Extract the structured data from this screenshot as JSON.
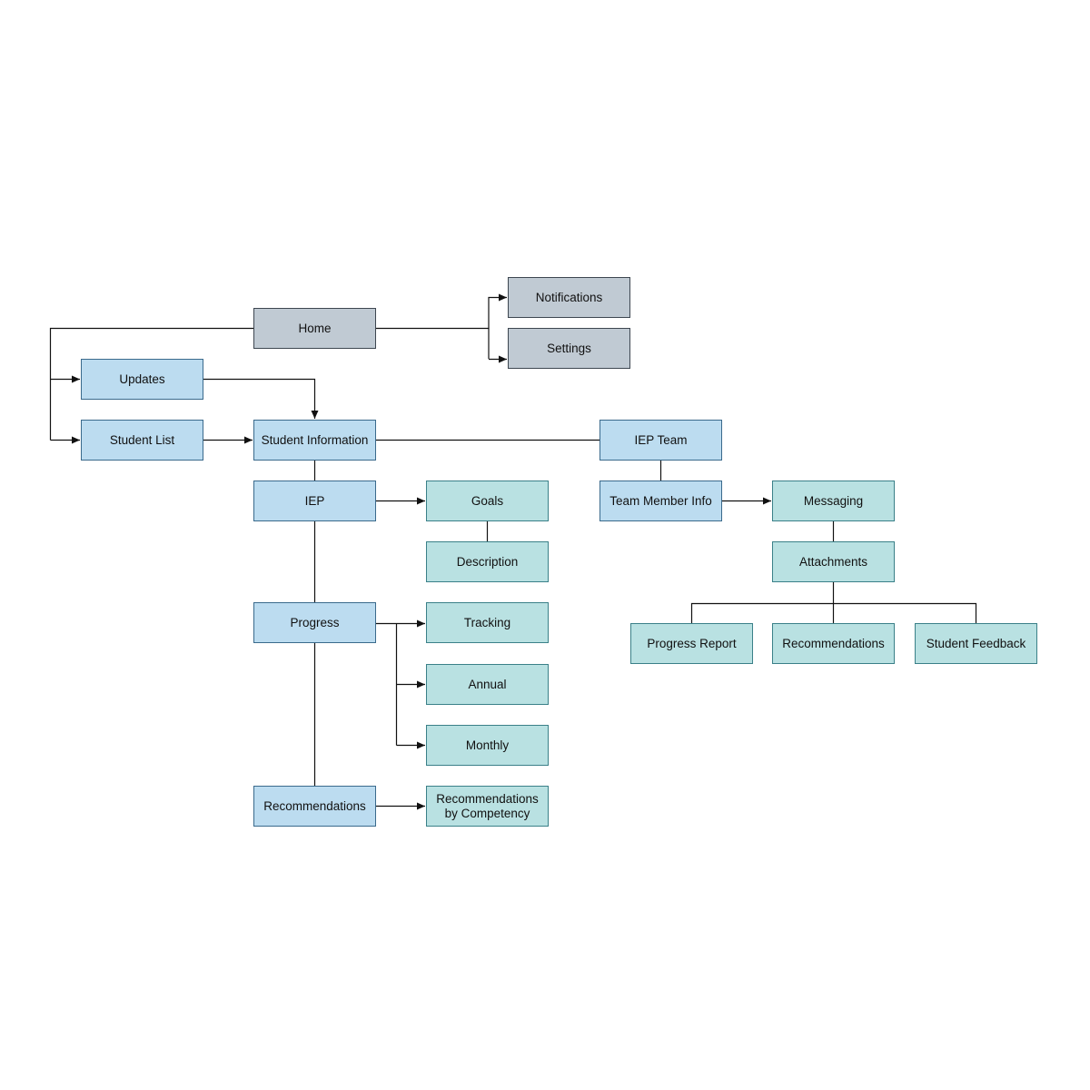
{
  "nodes": {
    "home": "Home",
    "notifications": "Notifications",
    "settings": "Settings",
    "updates": "Updates",
    "student_list": "Student List",
    "student_information": "Student Information",
    "iep_team": "IEP Team",
    "iep": "IEP",
    "goals": "Goals",
    "description": "Description",
    "team_member_info": "Team Member Info",
    "messaging": "Messaging",
    "attachments": "Attachments",
    "progress": "Progress",
    "tracking": "Tracking",
    "annual": "Annual",
    "monthly": "Monthly",
    "progress_report": "Progress Report",
    "recommendations_attachments": "Recommendations",
    "student_feedback": "Student Feedback",
    "recommendations": "Recommendations",
    "recommendations_by_competency": "Recommendations by Competency"
  },
  "colors": {
    "gray_fill": "#c0cad3",
    "blue_fill": "#bcdcf0",
    "teal_fill": "#b9e1e2",
    "line": "#111111"
  }
}
